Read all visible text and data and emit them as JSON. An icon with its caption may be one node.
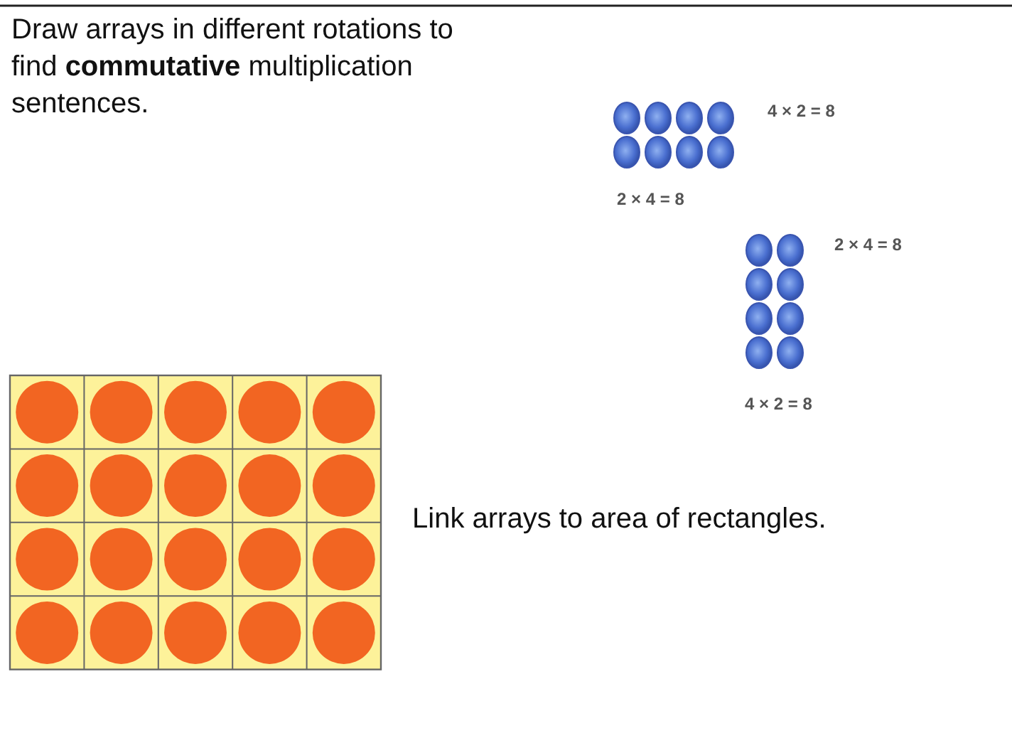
{
  "diagram": {
    "labels": [
      "Draw arrays in different rotations to find **commutative** multiplication sentences.",
      "4 × 2 = 8",
      "2 × 4 = 8",
      "2 × 4 = 8",
      "4 × 2 = 8",
      "Link arrays to area of rectangles."
    ]
  }
}
